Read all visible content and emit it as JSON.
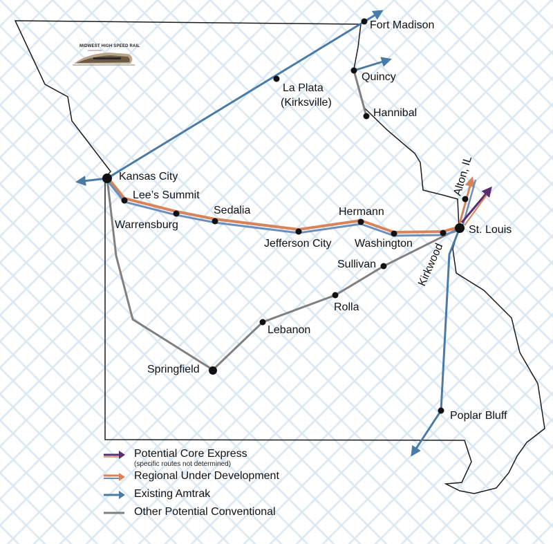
{
  "logo": {
    "title": "MIDWEST HIGH SPEED RAIL",
    "subtitle": "ASSOCIATION"
  },
  "colors": {
    "amtrak": "#4a7ba7",
    "regional_orange": "#d8845a",
    "regional_blue": "#6d8fbd",
    "core_express": "#5a2d6e",
    "conventional": "#808080",
    "border": "#1a1a1a"
  },
  "cities": {
    "fort_madison": "Fort Madison",
    "quincy": "Quincy",
    "la_plata": "La Plata",
    "kirksville": "(Kirksville)",
    "hannibal": "Hannibal",
    "kansas_city": "Kansas City",
    "lees_summit": "Lee’s Summit",
    "warrensburg": "Warrensburg",
    "sedalia": "Sedalia",
    "hermann": "Hermann",
    "jefferson_city": "Jefferson City",
    "washington": "Washington",
    "alton": "Alton, IL",
    "st_louis": "St. Louis",
    "kirkwood": "Kirkwood",
    "sullivan": "Sullivan",
    "rolla": "Rolla",
    "lebanon": "Lebanon",
    "springfield": "Springfield",
    "poplar_bluff": "Poplar Bluff"
  },
  "legend": {
    "core_express": "Potential Core Express",
    "core_express_note": "(specific routes not determined)",
    "regional": "Regional Under Development",
    "amtrak": "Existing Amtrak",
    "conventional": "Other Potential Conventional"
  }
}
